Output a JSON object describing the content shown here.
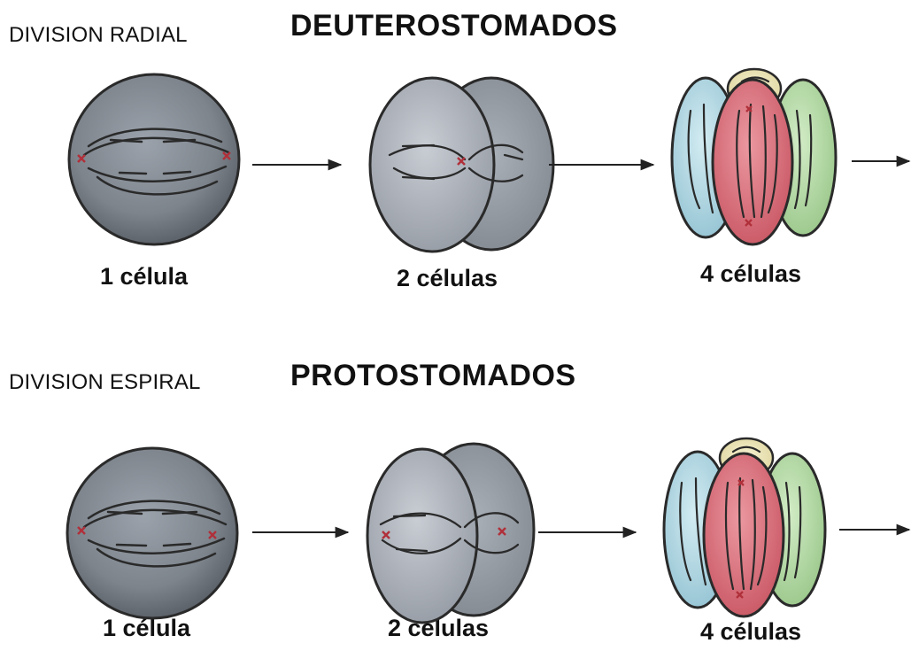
{
  "rows": [
    {
      "division_label": "DIVISION RADIAL",
      "group_title": "DEUTEROSTOMADOS",
      "stages": [
        {
          "caption": "1 célula",
          "cells": 1
        },
        {
          "caption": "2 células",
          "cells": 2
        },
        {
          "caption": "4 células",
          "cells": 4
        }
      ]
    },
    {
      "division_label": "DIVISION ESPIRAL",
      "group_title": "PROTOSTOMADOS",
      "stages": [
        {
          "caption": "1 célula",
          "cells": 1
        },
        {
          "caption": "2 células",
          "cells": 2
        },
        {
          "caption": "4 células",
          "cells": 4
        }
      ]
    }
  ],
  "colors": {
    "cell_gray": "#7f868d",
    "cell_gray_light": "#b7bcc4",
    "cell_blue": "#b8dbe6",
    "cell_red": "#d9707a",
    "cell_green": "#b8d9a8",
    "cell_yellow": "#efe9b8",
    "spindle": "#2a2a2a",
    "centrosome": "#b0303a"
  }
}
